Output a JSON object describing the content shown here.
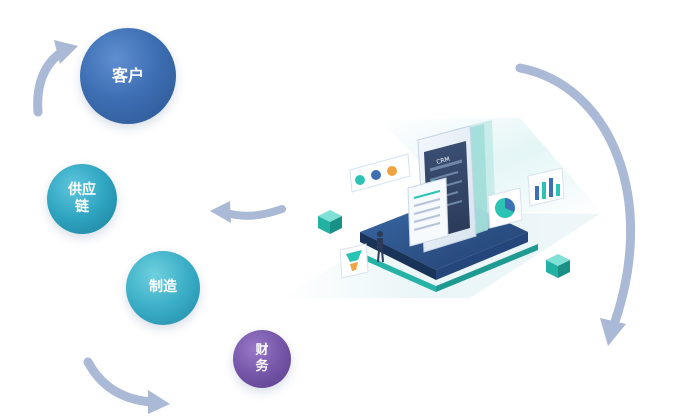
{
  "nodes": {
    "customer": "客户",
    "supply_chain": "供应\n链",
    "manufacturing": "制造",
    "finance": "财\n务"
  },
  "illustration": {
    "phone_badge": "CRM"
  },
  "colors": {
    "arrow": "#a9b9d6",
    "customer": "#3e6fb4",
    "supply_chain": "#2ea4c0",
    "manufacturing": "#3aaec6",
    "finance": "#7556a8",
    "teal_accent": "#2bc4b4"
  }
}
